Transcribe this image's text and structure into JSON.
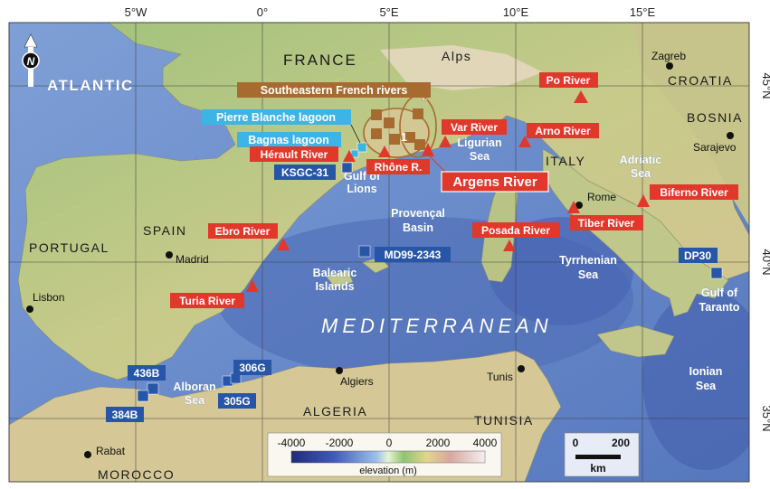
{
  "graticule": {
    "top": [
      "5°W",
      "0°",
      "5°E",
      "10°E",
      "15°E"
    ],
    "right": [
      "45°N",
      "40°N",
      "35°N"
    ]
  },
  "seas": {
    "atlantic": "ATLANTIC",
    "mediterranean": "MEDITERRANEAN",
    "gulf_lions": [
      "Gulf of",
      "Lions"
    ],
    "ligurian": [
      "Ligurian",
      "Sea"
    ],
    "provencal": [
      "Provençal",
      "Basin"
    ],
    "tyrrhenian": [
      "Tyrrhenian",
      "Sea"
    ],
    "adriatic": [
      "Adriatic",
      "Sea"
    ],
    "alboran": [
      "Alboran",
      "Sea"
    ],
    "ionian": [
      "Ionian",
      "Sea"
    ],
    "gulf_taranto": [
      "Gulf of",
      "Taranto"
    ]
  },
  "countries": {
    "france": "FRANCE",
    "alps": "Alps",
    "spain": "SPAIN",
    "portugal": "PORTUGAL",
    "italy": "ITALY",
    "croatia": "CROATIA",
    "bosnia": "BOSNIA",
    "algeria": "ALGERIA",
    "tunisia": "TUNISIA",
    "morocco": "MOROCCO",
    "balearic": [
      "Balearic",
      "Islands"
    ]
  },
  "cities": [
    "Zagreb",
    "Sarajevo",
    "Rome",
    "Madrid",
    "Lisbon",
    "Algiers",
    "Tunis",
    "Rabat"
  ],
  "rivers": {
    "po": "Po River",
    "var": "Var River",
    "arno": "Arno River",
    "herault": "Hérault River",
    "rhone": "Rhône R.",
    "ebro": "Ebro River",
    "posada": "Posada River",
    "tiber": "Tiber River",
    "biferno": "Biferno River",
    "turia": "Turia River",
    "argens": "Argens River"
  },
  "cores": {
    "ksgc31": "KSGC-31",
    "md99": "MD99-2343",
    "dp30": "DP30",
    "c436b": "436B",
    "c384b": "384B",
    "c306g": "306G",
    "c305g": "305G"
  },
  "lagoons": {
    "pierre": "Pierre Blanche lagoon",
    "bagnas": "Bagnas lagoon"
  },
  "french_rivers": {
    "label": "Southeastern French rivers",
    "group1": "1",
    "group2": "2"
  },
  "north_arrow": "N",
  "legend": {
    "ticks": [
      "-4000",
      "-2000",
      "0",
      "2000",
      "4000"
    ],
    "title": "elevation (m)"
  },
  "scale_bar": {
    "ticks": [
      "0",
      "200"
    ],
    "unit": "km"
  },
  "colors": {
    "river_red": "#e0382b",
    "core_blue": "#2756a8",
    "lagoon_cyan": "#3db4e6",
    "french_brown": "#a86b2f"
  }
}
